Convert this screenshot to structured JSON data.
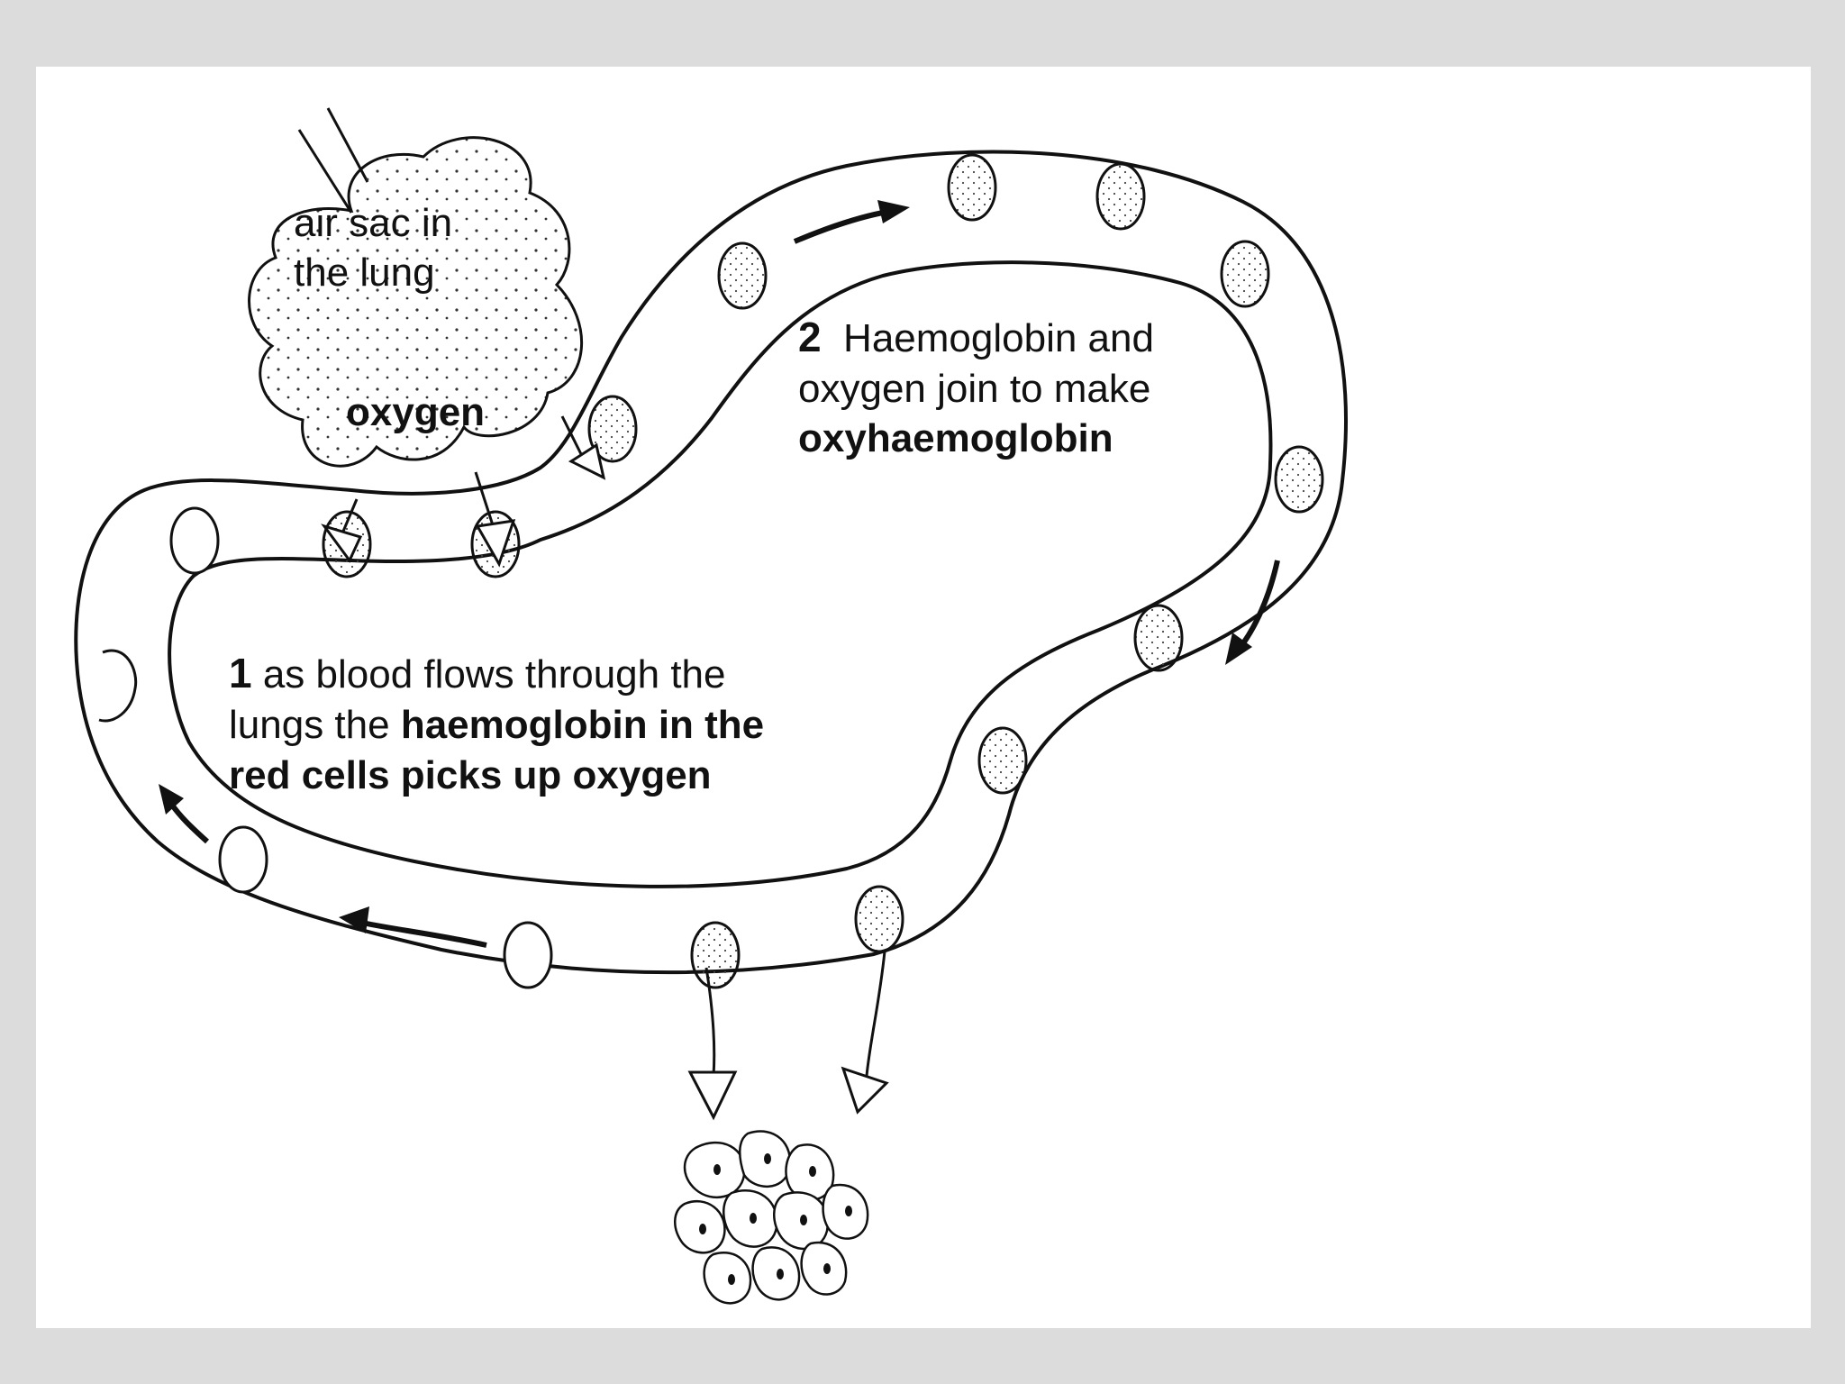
{
  "labels": {
    "air_sac_line1": "air sac in",
    "air_sac_line2": "the lung",
    "oxygen": "oxygen",
    "step2_number": "2",
    "step2_line1": "Haemoglobin and",
    "step2_line2": "oxygen join to make",
    "step2_line3": "oxyhaemoglobin",
    "step1_number": "1",
    "step1_line1": "as blood flows through the",
    "step1_line2a": "lungs the",
    "step1_line2b": "haemoglobin in the",
    "step1_line3": "red cells picks up oxygen"
  },
  "colors": {
    "background": "#dcdcdc",
    "slide": "#ffffff",
    "ink": "#111111"
  },
  "icons": [
    "air-sac-icon",
    "red-blood-cell-icon",
    "flow-arrow-icon",
    "oxygen-diffusion-arrow-icon",
    "body-cells-icon"
  ]
}
